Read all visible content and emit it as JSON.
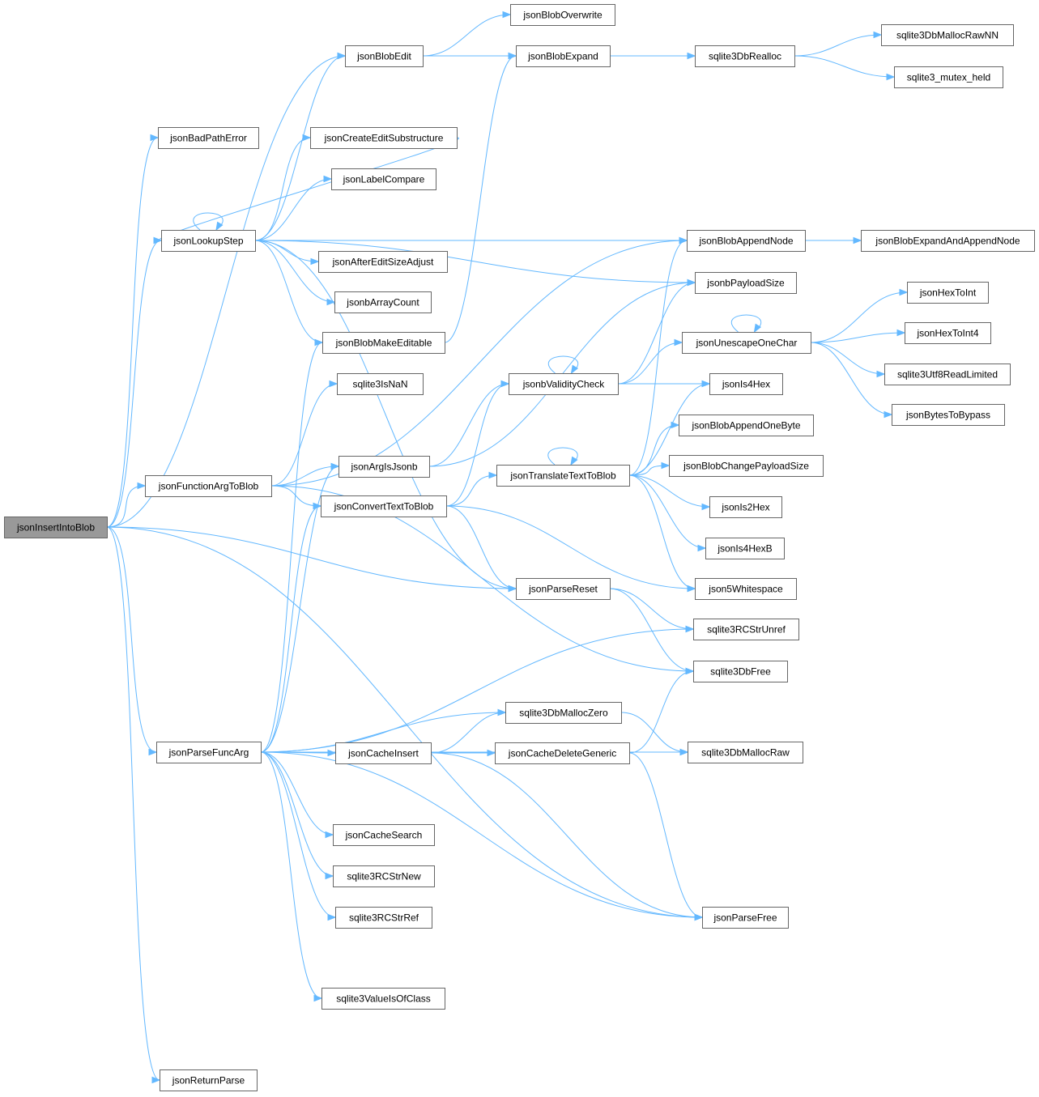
{
  "root": "jsonInsertIntoBlob",
  "colors": {
    "edge": "#63b8ff",
    "root_fill": "#999999",
    "node_border": "#666666"
  },
  "nodes": [
    {
      "id": "n0",
      "label": "jsonInsertIntoBlob"
    },
    {
      "id": "n1",
      "label": "jsonBadPathError"
    },
    {
      "id": "n2",
      "label": "jsonLookupStep"
    },
    {
      "id": "n3",
      "label": "jsonFunctionArgToBlob"
    },
    {
      "id": "n4",
      "label": "jsonParseFuncArg"
    },
    {
      "id": "n5",
      "label": "jsonReturnParse"
    },
    {
      "id": "n6",
      "label": "jsonBlobEdit"
    },
    {
      "id": "n7",
      "label": "jsonCreateEditSubstructure"
    },
    {
      "id": "n8",
      "label": "jsonLabelCompare"
    },
    {
      "id": "n9",
      "label": "jsonAfterEditSizeAdjust"
    },
    {
      "id": "n10",
      "label": "jsonbArrayCount"
    },
    {
      "id": "n11",
      "label": "jsonBlobMakeEditable"
    },
    {
      "id": "n12",
      "label": "sqlite3IsNaN"
    },
    {
      "id": "n13",
      "label": "jsonArgIsJsonb"
    },
    {
      "id": "n14",
      "label": "jsonConvertTextToBlob"
    },
    {
      "id": "n15",
      "label": "jsonCacheInsert"
    },
    {
      "id": "n16",
      "label": "jsonCacheSearch"
    },
    {
      "id": "n17",
      "label": "sqlite3RCStrNew"
    },
    {
      "id": "n18",
      "label": "sqlite3RCStrRef"
    },
    {
      "id": "n19",
      "label": "sqlite3ValueIsOfClass"
    },
    {
      "id": "n20",
      "label": "jsonBlobOverwrite"
    },
    {
      "id": "n21",
      "label": "jsonBlobExpand"
    },
    {
      "id": "n22",
      "label": "jsonbValidityCheck"
    },
    {
      "id": "n23",
      "label": "jsonTranslateTextToBlob"
    },
    {
      "id": "n24",
      "label": "jsonParseReset"
    },
    {
      "id": "n25",
      "label": "sqlite3DbMallocZero"
    },
    {
      "id": "n26",
      "label": "jsonCacheDeleteGeneric"
    },
    {
      "id": "n27",
      "label": "sqlite3DbRealloc"
    },
    {
      "id": "n28",
      "label": "jsonBlobAppendNode"
    },
    {
      "id": "n29",
      "label": "jsonbPayloadSize"
    },
    {
      "id": "n30",
      "label": "jsonUnescapeOneChar"
    },
    {
      "id": "n31",
      "label": "jsonIs4Hex"
    },
    {
      "id": "n32",
      "label": "jsonBlobAppendOneByte"
    },
    {
      "id": "n33",
      "label": "jsonBlobChangePayloadSize"
    },
    {
      "id": "n34",
      "label": "jsonIs2Hex"
    },
    {
      "id": "n35",
      "label": "jsonIs4HexB"
    },
    {
      "id": "n36",
      "label": "json5Whitespace"
    },
    {
      "id": "n37",
      "label": "sqlite3RCStrUnref"
    },
    {
      "id": "n38",
      "label": "sqlite3DbFree"
    },
    {
      "id": "n39",
      "label": "sqlite3DbMallocRaw"
    },
    {
      "id": "n40",
      "label": "jsonParseFree"
    },
    {
      "id": "n41",
      "label": "sqlite3DbMallocRawNN"
    },
    {
      "id": "n42",
      "label": "sqlite3_mutex_held"
    },
    {
      "id": "n43",
      "label": "jsonBlobExpandAndAppendNode"
    },
    {
      "id": "n44",
      "label": "jsonHexToInt"
    },
    {
      "id": "n45",
      "label": "jsonHexToInt4"
    },
    {
      "id": "n46",
      "label": "sqlite3Utf8ReadLimited"
    },
    {
      "id": "n47",
      "label": "jsonBytesToBypass"
    }
  ],
  "edges": [
    [
      "n0",
      "n1"
    ],
    [
      "n0",
      "n2"
    ],
    [
      "n0",
      "n3"
    ],
    [
      "n0",
      "n4"
    ],
    [
      "n0",
      "n5"
    ],
    [
      "n0",
      "n6"
    ],
    [
      "n0",
      "n24"
    ],
    [
      "n0",
      "n40"
    ],
    [
      "n2",
      "n2"
    ],
    [
      "n2",
      "n6"
    ],
    [
      "n2",
      "n7"
    ],
    [
      "n2",
      "n8"
    ],
    [
      "n2",
      "n9"
    ],
    [
      "n2",
      "n10"
    ],
    [
      "n2",
      "n11"
    ],
    [
      "n2",
      "n24"
    ],
    [
      "n2",
      "n28"
    ],
    [
      "n2",
      "n29"
    ],
    [
      "n3",
      "n12"
    ],
    [
      "n3",
      "n13"
    ],
    [
      "n3",
      "n14"
    ],
    [
      "n3",
      "n28"
    ],
    [
      "n3",
      "n38"
    ],
    [
      "n4",
      "n11"
    ],
    [
      "n4",
      "n13"
    ],
    [
      "n4",
      "n14"
    ],
    [
      "n4",
      "n15"
    ],
    [
      "n4",
      "n16"
    ],
    [
      "n4",
      "n17"
    ],
    [
      "n4",
      "n18"
    ],
    [
      "n4",
      "n19"
    ],
    [
      "n4",
      "n25"
    ],
    [
      "n4",
      "n37"
    ],
    [
      "n4",
      "n39"
    ],
    [
      "n4",
      "n40"
    ],
    [
      "n6",
      "n20"
    ],
    [
      "n6",
      "n21"
    ],
    [
      "n7",
      "n2"
    ],
    [
      "n11",
      "n21"
    ],
    [
      "n13",
      "n22"
    ],
    [
      "n13",
      "n29"
    ],
    [
      "n14",
      "n22"
    ],
    [
      "n14",
      "n23"
    ],
    [
      "n14",
      "n24"
    ],
    [
      "n14",
      "n36"
    ],
    [
      "n15",
      "n25"
    ],
    [
      "n15",
      "n26"
    ],
    [
      "n15",
      "n40"
    ],
    [
      "n21",
      "n27"
    ],
    [
      "n22",
      "n22"
    ],
    [
      "n22",
      "n29"
    ],
    [
      "n22",
      "n30"
    ],
    [
      "n22",
      "n31"
    ],
    [
      "n23",
      "n23"
    ],
    [
      "n23",
      "n28"
    ],
    [
      "n23",
      "n31"
    ],
    [
      "n23",
      "n32"
    ],
    [
      "n23",
      "n33"
    ],
    [
      "n23",
      "n34"
    ],
    [
      "n23",
      "n35"
    ],
    [
      "n23",
      "n36"
    ],
    [
      "n24",
      "n37"
    ],
    [
      "n24",
      "n38"
    ],
    [
      "n25",
      "n39"
    ],
    [
      "n26",
      "n38"
    ],
    [
      "n26",
      "n40"
    ],
    [
      "n27",
      "n41"
    ],
    [
      "n27",
      "n42"
    ],
    [
      "n28",
      "n43"
    ],
    [
      "n30",
      "n30"
    ],
    [
      "n30",
      "n44"
    ],
    [
      "n30",
      "n45"
    ],
    [
      "n30",
      "n46"
    ],
    [
      "n30",
      "n47"
    ]
  ]
}
